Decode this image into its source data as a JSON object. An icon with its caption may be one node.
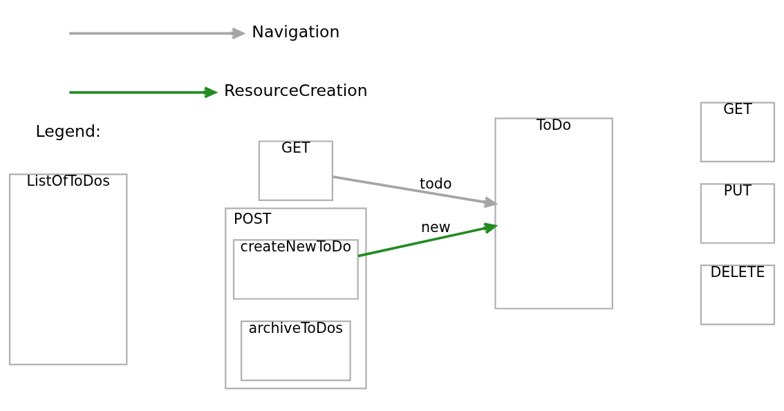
{
  "diagram": {
    "nodes": [
      {
        "text": [
          "ListOfToDos"
        ]
      },
      {
        "text": [
          "GET"
        ]
      },
      {
        "text": [
          "POST"
        ]
      },
      {
        "text": [
          "createNewToDo"
        ],
        "in": 2
      },
      {
        "text": [
          "archiveToDos"
        ],
        "in": 2
      },
      {
        "text": [
          "ToDo"
        ]
      },
      {
        "text": [
          "GET"
        ]
      },
      {
        "text": [
          "PUT"
        ]
      },
      {
        "text": [
          "DELETE"
        ]
      }
    ],
    "edges": [
      {
        "from": 1,
        "to": 5,
        "arrow": "to",
        "label": "todo",
        "color": "#a6a6a6"
      },
      {
        "from": 3,
        "to": 5,
        "arrow": "to",
        "label": "new",
        "color": "#228b22"
      }
    ],
    "labels": [
      "Legend:"
    ],
    "legend": [
      {
        "text": "Navigation"
      },
      {
        "text": "ResourceCreation"
      }
    ]
  }
}
